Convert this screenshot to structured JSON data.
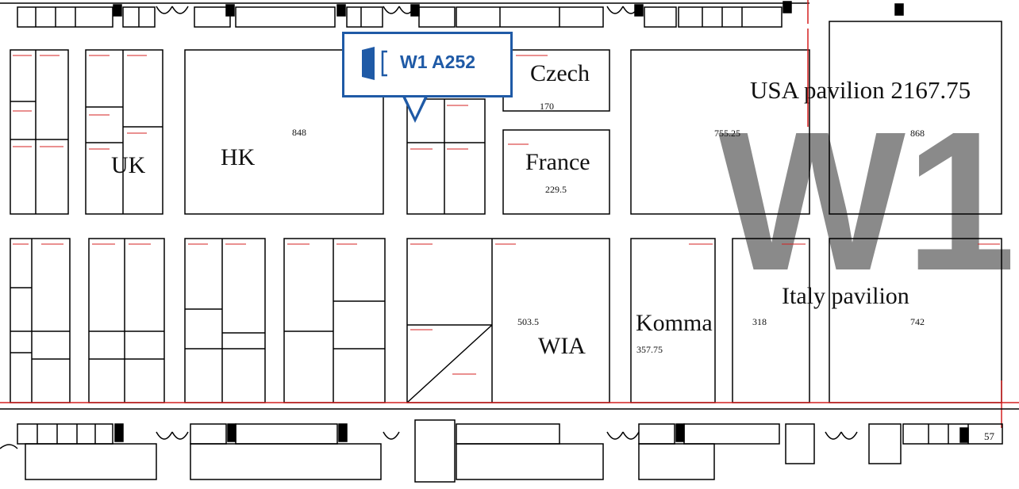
{
  "hall_label": "W1",
  "callout": {
    "booth": "W1 A252",
    "icon": "door-icon"
  },
  "colors": {
    "accent": "#1f5aa6",
    "walls": "#000000",
    "hall_watermark": "#8a8a8a",
    "booth_codes": "#d42020",
    "measures": "#2aa7b5"
  },
  "booths": [
    {
      "id": "uk",
      "name": "UK",
      "area": ""
    },
    {
      "id": "hk",
      "name": "HK",
      "area": "848"
    },
    {
      "id": "czech",
      "name": "Czech",
      "area": "170"
    },
    {
      "id": "france",
      "name": "France",
      "area": "229.5"
    },
    {
      "id": "usa",
      "name": "USA pavilion 2167.75",
      "area": "755.25",
      "area2": "868"
    },
    {
      "id": "wia",
      "name": "WIA",
      "area": "503.5"
    },
    {
      "id": "komma",
      "name": "Komma",
      "area": "357.75"
    },
    {
      "id": "italy",
      "name": "Italy pavilion",
      "area": "318",
      "area2": "742"
    },
    {
      "id": "corner",
      "name": "",
      "area": "57"
    }
  ]
}
